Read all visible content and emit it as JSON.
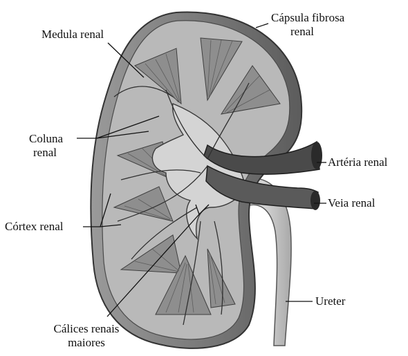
{
  "labels": {
    "capsula": {
      "line1": "Cápsula fibrosa",
      "line2": "renal"
    },
    "medula": "Medula renal",
    "coluna": {
      "line1": "Coluna",
      "line2": "renal"
    },
    "arteria": "Artéria renal",
    "veia": "Veia renal",
    "cortex": "Córtex renal",
    "ureter": "Ureter",
    "calices": {
      "line1": "Cálices renais",
      "line2": "maiores"
    }
  },
  "colors": {
    "kidney_outer": "#7f7f7f",
    "cortex": "#b9b9b9",
    "medulla_pyramid": "#8e8e8e",
    "pelvis": "#d4d4d4",
    "vessels_dark": "#3a3a3a",
    "ureter": "#cfcfcf",
    "leader_lines": "#111111"
  }
}
